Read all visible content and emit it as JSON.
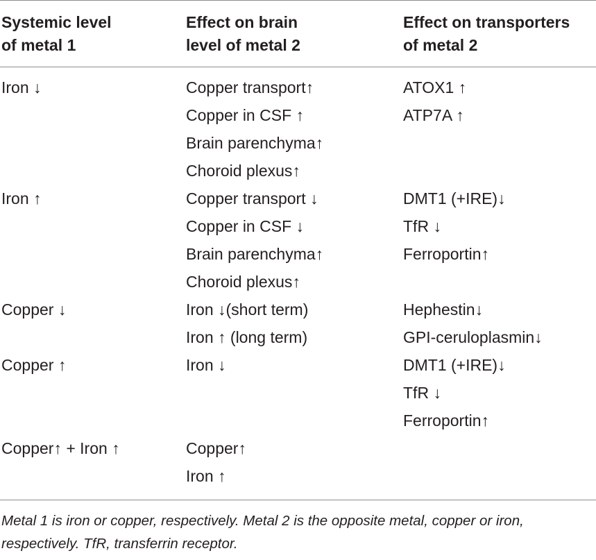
{
  "table": {
    "headers": [
      [
        "Systemic level",
        "of metal 1"
      ],
      [
        "Effect on brain",
        "level of metal 2"
      ],
      [
        "Effect on transporters",
        "of metal 2"
      ]
    ],
    "rows": [
      {
        "systemic": [
          "Iron ↓"
        ],
        "brain": [
          "Copper transport↑",
          "Copper in CSF ↑",
          "Brain parenchyma↑",
          "Choroid plexus↑"
        ],
        "transporters": [
          "ATOX1 ↑",
          "ATP7A ↑"
        ]
      },
      {
        "systemic": [
          "Iron ↑"
        ],
        "brain": [
          "Copper transport ↓",
          "Copper in CSF ↓",
          "Brain parenchyma↑",
          "Choroid plexus↑"
        ],
        "transporters": [
          "DMT1 (+IRE)↓",
          "TfR ↓",
          "Ferroportin↑"
        ]
      },
      {
        "systemic": [
          "Copper ↓"
        ],
        "brain": [
          "Iron ↓(short term)",
          "Iron ↑ (long term)"
        ],
        "transporters": [
          "Hephestin↓",
          "GPI-ceruloplasmin↓"
        ]
      },
      {
        "systemic": [
          "Copper ↑"
        ],
        "brain": [
          "Iron ↓"
        ],
        "transporters": [
          "DMT1 (+IRE)↓",
          "TfR ↓",
          "Ferroportin↑"
        ]
      },
      {
        "systemic": [
          "Copper↑ + Iron ↑"
        ],
        "brain": [
          "Copper↑",
          "Iron ↑"
        ],
        "transporters": []
      }
    ]
  },
  "footnote": "Metal 1 is iron or copper, respectively. Metal 2 is the opposite metal, copper or iron, respectively. TfR, transferrin receptor."
}
